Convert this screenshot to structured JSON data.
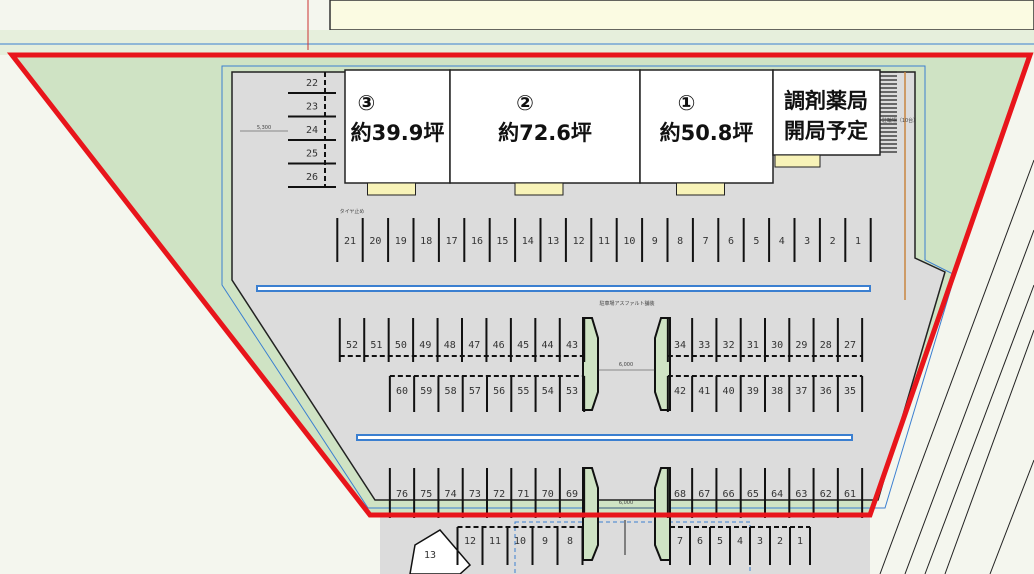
{
  "units": [
    {
      "number": "③",
      "area": "約39.9坪"
    },
    {
      "number": "②",
      "area": "約72.6坪"
    },
    {
      "number": "①",
      "area": "約50.8坪"
    }
  ],
  "pharmacy": {
    "line1": "調剤薬局",
    "line2": "開局予定"
  },
  "annotations": {
    "dim_left": "5,300",
    "dim_center_top": "6,000",
    "dim_center_bottom": "6,000",
    "tire_stop": "タイヤ止め",
    "paving": "駐車場アスファルト舗装",
    "bicycle": "駐輪場（10台）"
  },
  "stalls": {
    "left_column": [
      "22",
      "23",
      "24",
      "25",
      "26"
    ],
    "front_row": [
      "21",
      "20",
      "19",
      "18",
      "17",
      "16",
      "15",
      "14",
      "13",
      "12",
      "11",
      "10",
      "9",
      "8",
      "7",
      "6",
      "5",
      "4",
      "3",
      "2",
      "1"
    ],
    "mid_top_left": [
      "52",
      "51",
      "50",
      "49",
      "48",
      "47",
      "46",
      "45",
      "44",
      "43"
    ],
    "mid_top_right": [
      "34",
      "33",
      "32",
      "31",
      "30",
      "29",
      "28",
      "27"
    ],
    "mid_bottom_left": [
      "60",
      "59",
      "58",
      "57",
      "56",
      "55",
      "54",
      "53"
    ],
    "mid_bottom_right": [
      "42",
      "41",
      "40",
      "39",
      "38",
      "37",
      "36",
      "35"
    ],
    "back_left": [
      "76",
      "75",
      "74",
      "73",
      "72",
      "71",
      "70",
      "69"
    ],
    "back_right": [
      "68",
      "67",
      "66",
      "65",
      "64",
      "63",
      "62",
      "61"
    ],
    "outside_left": [
      "12",
      "11",
      "10",
      "9",
      "8"
    ],
    "outside_right": [
      "7",
      "6",
      "5",
      "4",
      "3",
      "2",
      "1"
    ],
    "outside_single": "13"
  },
  "colors": {
    "boundary": "#e8151b",
    "green": "#cfe3c4",
    "lot": "#dcdcdc",
    "blue": "#3b7fd0"
  }
}
